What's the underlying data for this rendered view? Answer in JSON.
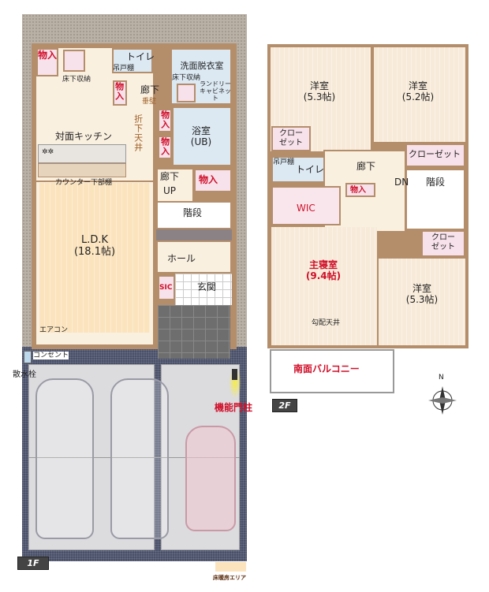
{
  "floor1": {
    "label": "1F",
    "rooms": {
      "storage_tl": "物入",
      "underfloor_storage_1": "床下収納",
      "toilet": "トイレ",
      "hanging_shelf": "吊戸棚",
      "washroom": "洗面脱衣室",
      "underfloor_storage_2": "床下収納",
      "laundry_cabinet": "ランドリーキャビネット",
      "storage_hall": "物入",
      "corridor_1": "廊下",
      "hanging_wall": "垂壁",
      "kitchen": "対面キッチン",
      "lowered_ceiling": "折下天井",
      "storage_k1": "物入",
      "storage_k2": "物入",
      "bath": "浴室\n(UB)",
      "counter_shelf": "カウンター下部棚",
      "corridor_2": "廊下",
      "up": "UP",
      "storage_stairs": "物入",
      "stairs": "階段",
      "ldk": "L.D.K\n(18.1帖)",
      "hall": "ホール",
      "sic": "SIC",
      "entrance": "玄関",
      "aircon": "エアコン",
      "outlet": "コンセント",
      "faucet": "散水栓",
      "gate_post": "機能門柱"
    }
  },
  "floor2": {
    "label": "2F",
    "rooms": {
      "western_1": "洋室\n(5.3帖)",
      "western_2": "洋室\n(5.2帖)",
      "closet_1": "クロー\nゼット",
      "closet_2": "クローゼット",
      "hanging_shelf": "吊戸棚",
      "toilet": "トイレ",
      "corridor": "廊下",
      "dn": "DN",
      "stairs": "階段",
      "storage": "物入",
      "wic": "WIC",
      "master": "主寝室\n(9.4帖)",
      "closet_3": "クロー\nゼット",
      "western_3": "洋室\n(5.3帖)",
      "sloped_ceiling": "勾配天井",
      "balcony": "南面バルコニー"
    }
  },
  "compass": {
    "north": "N"
  },
  "legend": {
    "floor_heating": "床暖房エリア",
    "floor_heating_color": "#fbe3bd"
  },
  "colors": {
    "accent_red": "#d0102a",
    "wall": "#b48d6b",
    "wet_area": "#dce9f3",
    "storage": "#f7e1ea"
  }
}
